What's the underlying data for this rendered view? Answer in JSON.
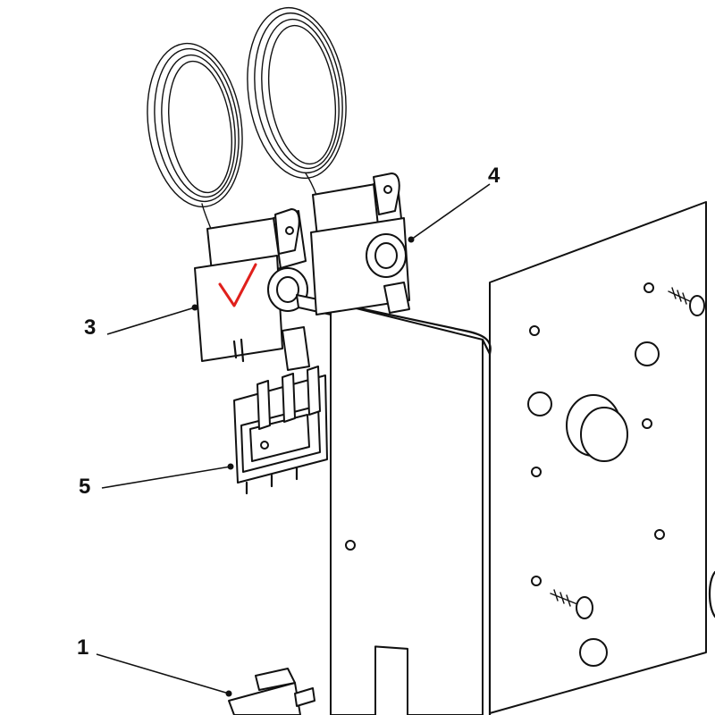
{
  "callouts": [
    {
      "id": "1",
      "label": "1"
    },
    {
      "id": "3",
      "label": "3"
    },
    {
      "id": "4",
      "label": "4"
    },
    {
      "id": "5",
      "label": "5"
    }
  ],
  "colors": {
    "ink": "#111111",
    "background": "#ffffff",
    "checkmark": "#e0201c"
  },
  "icons": {
    "annotation": "red-checkmark"
  }
}
